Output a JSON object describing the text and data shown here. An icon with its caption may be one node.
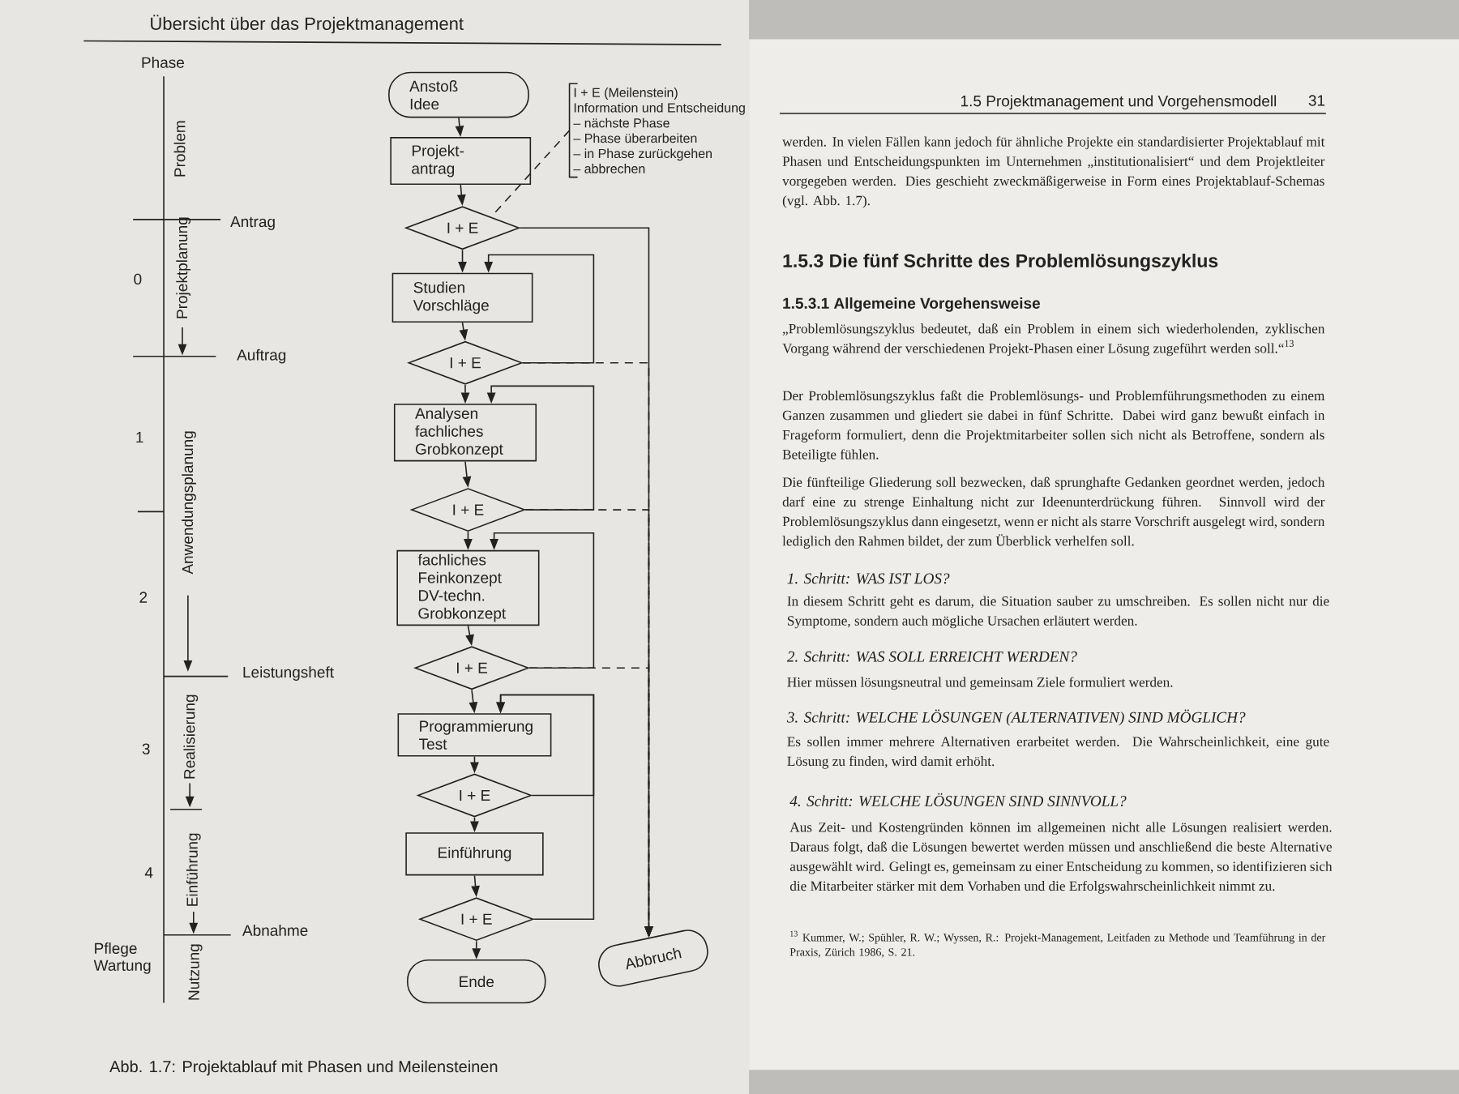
{
  "diagram": {
    "title": "Übersicht über das Projektmanagement",
    "caption": "Abb. 1.7: Projektablauf mit Phasen und Meilensteinen",
    "nodes": [
      {
        "text": [
          "Anstoß Idee"
        ]
      },
      {
        "text": [
          "Projekt- antrag"
        ]
      },
      {
        "text": [
          "I + E"
        ]
      },
      {
        "text": [
          "Studien Vorschläge"
        ]
      },
      {
        "text": [
          "I + E"
        ]
      },
      {
        "text": [
          "Analysen fachliches Grobkonzept"
        ]
      },
      {
        "text": [
          "I + E"
        ]
      },
      {
        "text": [
          "fachliches Feinkonzept DV-techn. Grobkonzept"
        ]
      },
      {
        "text": [
          "I + E"
        ]
      },
      {
        "text": [
          "Programmierung Test"
        ]
      },
      {
        "text": [
          "I + E"
        ]
      },
      {
        "text": [
          "Einführung"
        ]
      },
      {
        "text": [
          "I + E"
        ]
      },
      {
        "text": [
          "Ende"
        ]
      },
      {
        "text": [
          "Abbruch"
        ]
      },
      {
        "text": [
          "I + E (Meilenstein)",
          "Information und Entscheidung",
          "– nächste Phase",
          "– Phase überarbeiten",
          "– in Phase zurückgehen",
          "– abbrechen"
        ]
      }
    ],
    "edges": [
      {
        "from": 0,
        "to": 1,
        "arrow": "to"
      },
      {
        "from": 1,
        "to": 2,
        "arrow": "to"
      },
      {
        "from": 2,
        "to": 3,
        "arrow": "to"
      },
      {
        "from": 3,
        "to": 4,
        "arrow": "to"
      },
      {
        "from": 4,
        "to": 5,
        "arrow": "to"
      },
      {
        "from": 5,
        "to": 6,
        "arrow": "to"
      },
      {
        "from": 6,
        "to": 7,
        "arrow": "to"
      },
      {
        "from": 7,
        "to": 8,
        "arrow": "to"
      },
      {
        "from": 8,
        "to": 9,
        "arrow": "to"
      },
      {
        "from": 9,
        "to": 10,
        "arrow": "to"
      },
      {
        "from": 10,
        "to": 11,
        "arrow": "to"
      },
      {
        "from": 11,
        "to": 12,
        "arrow": "to"
      },
      {
        "from": 12,
        "to": 13,
        "arrow": "to"
      },
      {
        "from": 2,
        "to": 14,
        "arrow": "to"
      },
      {
        "from": 4,
        "to": 14,
        "arrow": "to",
        "style": "dashed"
      },
      {
        "from": 6,
        "to": 14,
        "arrow": "to",
        "style": "dashed"
      },
      {
        "from": 8,
        "to": 14,
        "arrow": "to",
        "style": "dashed"
      },
      {
        "from": 4,
        "to": 3,
        "arrow": "to"
      },
      {
        "from": 6,
        "to": 5,
        "arrow": "to"
      },
      {
        "from": 8,
        "to": 7,
        "arrow": "to"
      },
      {
        "from": 10,
        "to": 9,
        "arrow": "to"
      },
      {
        "from": 12,
        "to": 9,
        "arrow": "to"
      },
      {
        "from": 15,
        "to": 2,
        "arrow": "none",
        "style": "dashed"
      }
    ],
    "labels": [
      "Phase",
      "Problem",
      "Antrag",
      "0",
      "Projektplanung",
      "Auftrag",
      "1",
      "Anwendungsplanung",
      "2",
      "Leistungsheft",
      "3",
      "Realisierung",
      "4",
      "Einführung",
      "Abnahme",
      "Pflege Wartung",
      "Nutzung",
      "1.5 Projektmanagement und Vorgehensmodell",
      "31",
      "werden. In vielen Fällen kann jedoch für ähnliche Projekte ein standardisierter Projektablauf mit Phasen und Entscheidungspunkten im Unternehmen „institutionalisiert“ und dem Projektleiter vorgegeben werden. Dies geschieht zweckmäßigerweise in Form eines Projektablauf-Schemas (vgl. Abb. 1.7).",
      "1.5.3 Die fünf Schritte des Problemlösungszyklus",
      "1.5.3.1 Allgemeine Vorgehensweise",
      "„Problemlösungszyklus bedeutet, daß ein Problem in einem sich wiederholenden, zyklischen Vorgang während der verschiedenen Projekt-Phasen einer Lösung zugeführt werden soll.“$^{13}$",
      "Der Problemlösungszyklus faßt die Problemlösungs- und Problemführungsmethoden zu einem Ganzen zusammen und gliedert sie dabei in fünf Schritte. Dabei wird ganz bewußt einfach in Frageform formuliert, denn die Projektmitarbeiter sollen sich nicht als Betroffene, sondern als Beteiligte fühlen.",
      "Die fünfteilige Gliederung soll bezwecken, daß sprunghafte Gedanken geordnet werden, jedoch darf eine zu strenge Einhaltung nicht zur Ideenunterdrückung führen. Sinnvoll wird der Problemlösungszyklus dann eingesetzt, wenn er nicht als starre Vorschrift ausgelegt wird, sondern lediglich den Rahmen bildet, der zum Überblick verhelfen soll.",
      "1. Schritt: WAS IST LOS?",
      "In diesem Schritt geht es darum, die Situation sauber zu umschreiben. Es sollen nicht nur die Symptome, sondern auch mögliche Ursachen erläutert werden.",
      "2. Schritt: WAS SOLL ERREICHT WERDEN?",
      "Hier müssen lösungsneutral und gemeinsam Ziele formuliert werden.",
      "3. Schritt: WELCHE LÖSUNGEN (ALTERNATIVEN) SIND MÖGLICH?",
      "Es sollen immer mehrere Alternativen erarbeitet werden. Die Wahrscheinlichkeit, eine gute Lösung zu finden, wird damit erhöht.",
      "4. Schritt: WELCHE LÖSUNGEN SIND SINNVOLL?",
      "Aus Zeit- und Kostengründen können im allgemeinen nicht alle Lösungen realisiert werden. Daraus folgt, daß die Lösungen bewertet werden müssen und anschließend die beste Alternative ausgewählt wird. Gelingt es, gemeinsam zu einer Entscheidung zu kommen, so identifizieren sich die Mitarbeiter stärker mit dem Vorhaben und die Erfolgswahrscheinlichkeit nimmt zu.",
      "$^{13}$ Kummer, W.; Spühler, R. W.; Wyssen, R.: Projekt-Management, Leitfaden zu Methode und Teamführung in der Praxis, Zürich 1986, S. 21."
    ]
  }
}
